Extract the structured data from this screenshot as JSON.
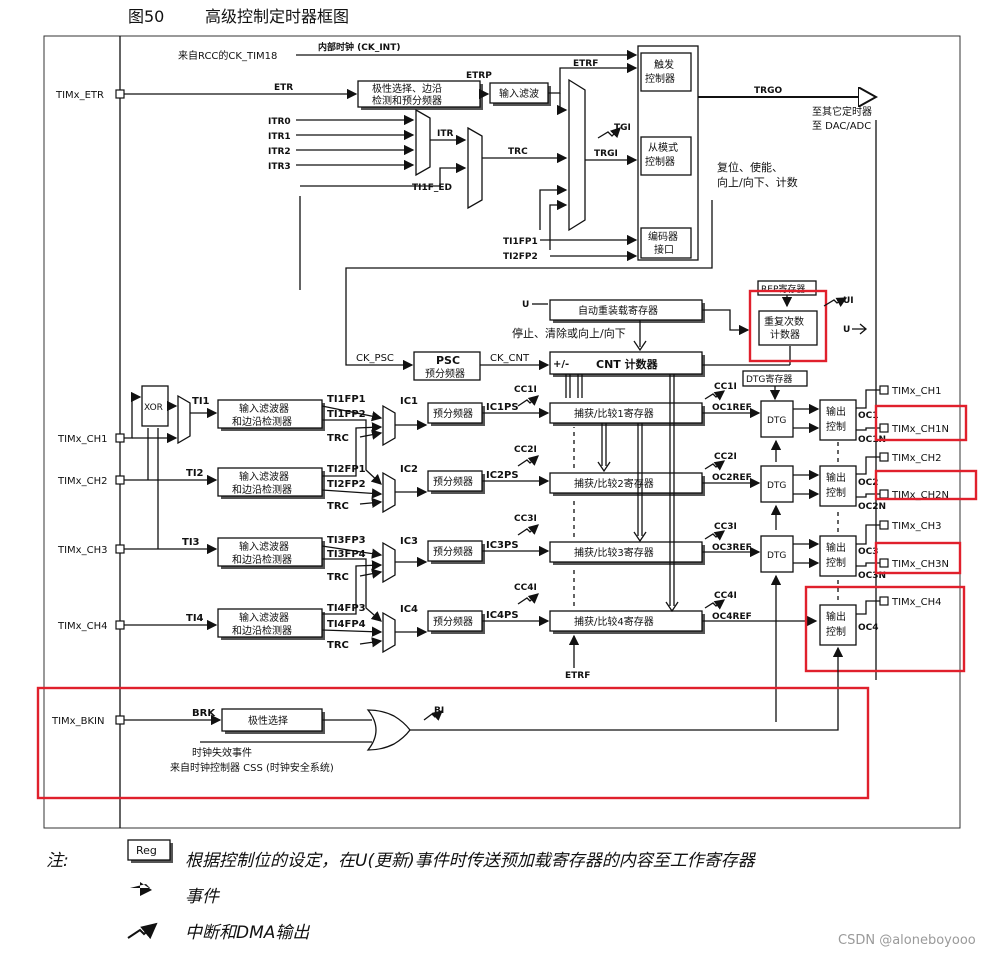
{
  "figure": {
    "number": "图50",
    "title": "高级控制定时器框图"
  },
  "pins": {
    "etr": "TIMx_ETR",
    "ch1": "TIMx_CH1",
    "ch2": "TIMx_CH2",
    "ch3": "TIMx_CH3",
    "ch4": "TIMx_CH4",
    "bkin": "TIMx_BKIN",
    "out_ch1": "TIMx_CH1",
    "out_ch1n": "TIMx_CH1N",
    "out_ch2": "TIMx_CH2",
    "out_ch2n": "TIMx_CH2N",
    "out_ch3": "TIMx_CH3",
    "out_ch3n": "TIMx_CH3N",
    "out_ch4": "TIMx_CH4"
  },
  "clock": {
    "from_rcc": "来自RCC的CK_TIM18",
    "internal": "内部时钟 (CK_INT)"
  },
  "signals": {
    "etr": "ETR",
    "etrp": "ETRP",
    "etrf": "ETRF",
    "trgo": "TRGO",
    "itr": "ITR",
    "trc": "TRC",
    "tgi": "TGI",
    "trgi": "TRGI",
    "ti1f_ed": "TI1F_ED",
    "ti1fp1": "TI1FP1",
    "ti2fp2": "TI2FP2",
    "itr0": "ITR0",
    "itr1": "ITR1",
    "itr2": "ITR2",
    "itr3": "ITR3",
    "u": "U",
    "ui": "UI",
    "ck_psc": "CK_PSC",
    "ck_cnt": "CK_CNT",
    "plusminus": "+/-",
    "xor": "XOR",
    "ti1": "TI1",
    "ti2": "TI2",
    "ti3": "TI3",
    "ti4": "TI4",
    "ch1_fp1": "TI1FP1",
    "ch1_fp2": "TI1FP2",
    "ch2_fp1": "TI2FP1",
    "ch2_fp2": "TI2FP2",
    "ch3_fp3": "TI3FP3",
    "ch3_fp4": "TI3FP4",
    "ch4_fp3": "TI4FP3",
    "ch4_fp4": "TI4FP4",
    "ic1": "IC1",
    "ic2": "IC2",
    "ic3": "IC3",
    "ic4": "IC4",
    "ic1ps": "IC1PS",
    "ic2ps": "IC2PS",
    "ic3ps": "IC3PS",
    "ic4ps": "IC4PS",
    "cc1i": "CC1I",
    "cc2i": "CC2I",
    "cc3i": "CC3I",
    "cc4i": "CC4I",
    "oc1ref": "OC1REF",
    "oc2ref": "OC2REF",
    "oc3ref": "OC3REF",
    "oc4ref": "OC4REF",
    "oc1": "OC1",
    "oc1n": "OC1N",
    "oc2": "OC2",
    "oc2n": "OC2N",
    "oc3": "OC3",
    "oc3n": "OC3N",
    "oc4": "OC4",
    "brk": "BRK",
    "bi": "BI",
    "etrf_bottom": "ETRF"
  },
  "blocks": {
    "polarity_edge_1": "极性选择、边沿",
    "polarity_edge_2": "检测和预分频器",
    "input_filter": "输入滤波",
    "trigger_ctrl_1": "触发",
    "trigger_ctrl_2": "控制器",
    "slave_mode_1": "从模式",
    "slave_mode_2": "控制器",
    "encoder_1": "编码器",
    "encoder_2": "接口",
    "reset_enable_1": "复位、使能、",
    "reset_enable_2": "向上/向下、计数",
    "to_other_1": "至其它定时器",
    "to_other_2": "至 DAC/ADC",
    "rep_reg": "REP寄存器",
    "rep_counter_1": "重复次数",
    "rep_counter_2": "计数器",
    "auto_reload": "自动重装载寄存器",
    "stop_clear": "停止、清除或向上/向下",
    "psc": "PSC",
    "psc_sub": "预分频器",
    "cnt": "CNT 计数器",
    "filter_edge_1": "输入滤波器",
    "filter_edge_2": "和边沿检测器",
    "prescaler": "预分频器",
    "ccr1": "捕获/比较1寄存器",
    "ccr2": "捕获/比较2寄存器",
    "ccr3": "捕获/比较3寄存器",
    "ccr4": "捕获/比较4寄存器",
    "dtg_reg": "DTG寄存器",
    "dtg": "DTG",
    "out_ctrl_1": "输出",
    "out_ctrl_2": "控制",
    "polarity_sel": "极性选择",
    "clock_fail_1": "时钟失效事件",
    "clock_fail_2": "来自时钟控制器 CSS (时钟安全系统)"
  },
  "legend": {
    "note_label": "注:",
    "reg": "Reg",
    "reg_desc": "根据控制位的设定，在U(更新)事件时传送预加载寄存器的内容至工作寄存器",
    "event": "事件",
    "interrupt_dma": "中断和DMA输出"
  },
  "watermark": "CSDN @aloneboyooo",
  "colors": {
    "highlight": "#e0202c",
    "line": "#111111"
  }
}
